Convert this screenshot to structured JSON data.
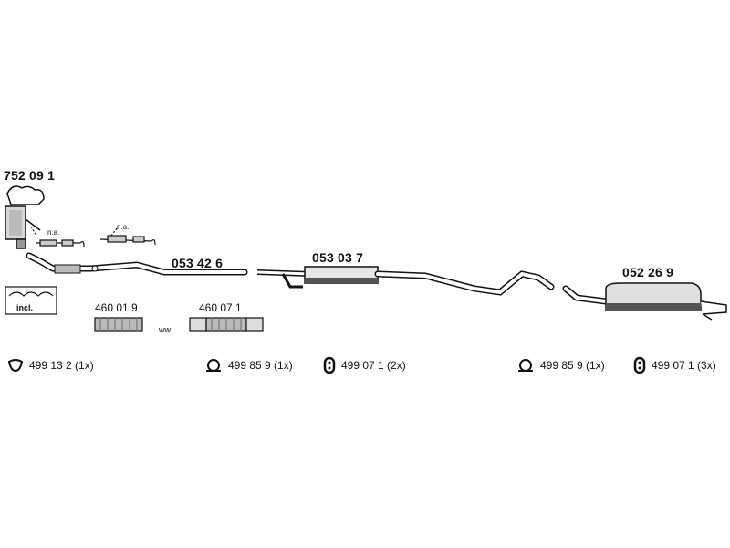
{
  "parts": {
    "catalytic_converter": "752 09 1",
    "front_pipe": "053 42 6",
    "middle_silencer": "053 03 7",
    "rear_silencer": "052 26 9",
    "flex_pipe_a": "460 01 9",
    "flex_pipe_b": "460 07 1",
    "na_label_1": "n.a.",
    "na_label_2": "n.a.",
    "incl_label": "incl.",
    "ww_label": "ww."
  },
  "fittings": [
    {
      "icon": "gasket-ring-icon",
      "text": "499 13 2 (1x)"
    },
    {
      "icon": "clamp-icon",
      "text": "499 85 9  (1x)"
    },
    {
      "icon": "rubber-hanger-icon",
      "text": "499 07 1  (2x)"
    },
    {
      "icon": "clamp-icon",
      "text": "499 85 9  (1x)"
    },
    {
      "icon": "rubber-hanger-icon",
      "text": "499 07 1 (3x)"
    }
  ]
}
